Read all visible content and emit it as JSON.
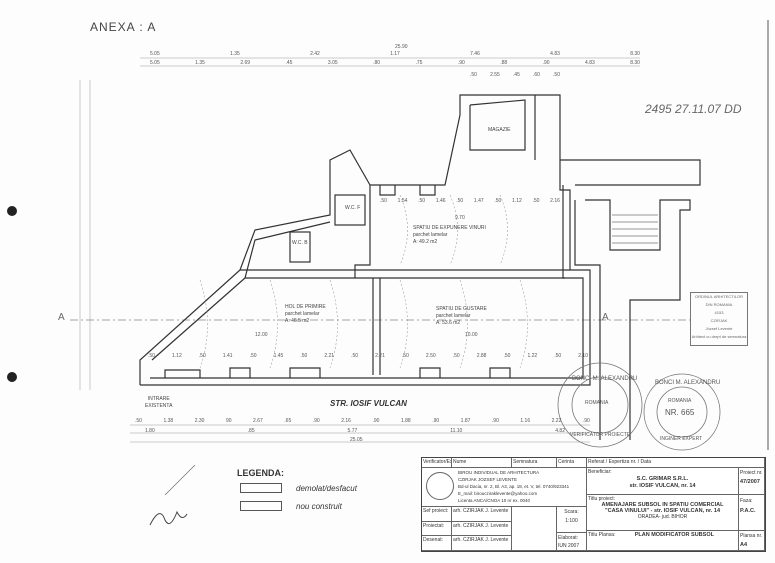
{
  "annex_label": "ANEXA : A",
  "handwritten_note": "2495 27.11.07 DD",
  "section_marks": [
    "A",
    "A"
  ],
  "dimensions": {
    "top_total": "25.90",
    "top_row1": [
      "5.05",
      "1.35",
      "2.42",
      "1.17",
      "7.46",
      "4.83",
      "8.30"
    ],
    "top_row2": [
      "5.05",
      "1.35",
      "2.69",
      ".45",
      "3.05",
      ".80",
      ".75",
      ".90",
      ".88",
      ".90",
      "4.83",
      "8.30"
    ],
    "top_row3": [
      ".50",
      "2.55",
      ".45",
      ".60",
      ".50"
    ],
    "bottom_row1": [
      ".50",
      "1.38",
      "2.30",
      "90",
      "2.67",
      ".65",
      ".90",
      "2.16",
      ".90",
      "1.88",
      ".90",
      "1.87",
      ".90",
      "1.16",
      "2.22",
      ".90"
    ],
    "bottom_row2": [
      "1.80",
      ".85",
      "5.77",
      "11.10",
      "4.82"
    ],
    "bottom_total": "25.05",
    "inner_row": [
      ".50",
      "1.12",
      ".50",
      "1.41",
      ".50",
      "1.45",
      ".50",
      "2.21",
      ".50",
      "2.21",
      ".50",
      "2.50",
      ".50",
      "2.88",
      ".50",
      "1.22",
      ".50",
      "2.10"
    ],
    "upper_row": [
      ".50",
      "1.54",
      ".50",
      "1.46",
      ".50",
      "1.47",
      ".50",
      "1.12",
      ".50",
      "2.16"
    ],
    "lengths": [
      "12.00",
      "10.00",
      "9.70"
    ]
  },
  "rooms": [
    {
      "name": "HOL DE PRIMIRE",
      "finish": "parchet lamelar",
      "area": "A: 46.5 m2"
    },
    {
      "name": "SPATIU DE GUSTARE",
      "finish": "parchet lamelar",
      "area": "A: 53.6 m2"
    },
    {
      "name": "SPATIU DE EXPUNERE VINURI",
      "finish": "parchet lamelar",
      "area": "A: 49.2 m2"
    },
    {
      "name": "MAGAZIE",
      "finish": "",
      "area": ""
    },
    {
      "name": "W.C. F",
      "finish": "",
      "area": ""
    },
    {
      "name": "W.C. B",
      "finish": "",
      "area": ""
    }
  ],
  "entrance_label": [
    "INTRARE",
    "EXISTENTA"
  ],
  "street_label": "STR. IOSIF VULCAN",
  "legend": {
    "title": "LEGENDA:",
    "items": [
      {
        "label": "demolat/desfacut"
      },
      {
        "label": "nou construit"
      }
    ]
  },
  "stamp_box": [
    "ORDINUL ARHITECTILOR DIN ROMANIA",
    "4153",
    "CZIRJAK",
    "József Levente",
    "Arhitect cu drept de semnatura"
  ],
  "round_stamps": [
    {
      "outer": "BONCI M. ALEXANDRU",
      "inner": "ROMANIA",
      "bottom": "VERIFICATOR PROIECTE"
    },
    {
      "outer": "BONCI M. ALEXANDRU",
      "inner": "ROMANIA",
      "number": "NR. 665",
      "bottom": "INGINER EXPERT"
    }
  ],
  "title_block": {
    "header": [
      "Verificator/Expert",
      "Nume",
      "Semnatura",
      "Cerinta",
      "Referat / Expertiza nr. / Data"
    ],
    "firm": [
      "BIROU INDIVIDUAL DE ARHITECTURA",
      "CZIRJAK JOZSEF LEVENTE",
      "Bd-ul Dacia, nr. 2, Bl. A3, ap. 18, et. V, tel. 0740/923341",
      "E_mail: biroucziraklevente@yahoo.com",
      "Licenta ANCA/CNOA 10 nr ex. 0040"
    ],
    "roles": [
      {
        "role": "Sef proiect:",
        "name": "arh. CZIRJAK J. Levente"
      },
      {
        "role": "Proiectat:",
        "name": "arh. CZIRJAK J. Levente"
      },
      {
        "role": "Desenat:",
        "name": "arh. CZIRJAK J. Levente"
      }
    ],
    "scale_label": "Scara:",
    "scale": "1:100",
    "date_label": "Elaborat:",
    "date": "IUN 2007",
    "beneficiary_label": "Beneficiar:",
    "beneficiary": [
      "S.C. GRIMAR S.R.L.",
      "str. IOSIF VULCAN, nr. 14"
    ],
    "project_title_label": "Titlu proiect:",
    "project_title": [
      "AMENAJARE SUBSOL IN SPATIU COMERCIAL",
      "\"CASA VINULUI\" - str. IOSIF VULCAN, nr. 14",
      "ORADEA- jud. BIHOR"
    ],
    "plan_title_label": "Titlu Plansa:",
    "plan_title": "PLAN MODIFICATOR SUBSOL",
    "project_no_label": "Proiect nr.",
    "project_no": "47/2007",
    "phase_label": "Faza:",
    "phase": "P.A.C.",
    "sheet_label": "Plansa nr.",
    "sheet": "A4"
  },
  "colors": {
    "ink": "#333333",
    "paper": "#fdfdfd",
    "dashed": "#777777"
  }
}
